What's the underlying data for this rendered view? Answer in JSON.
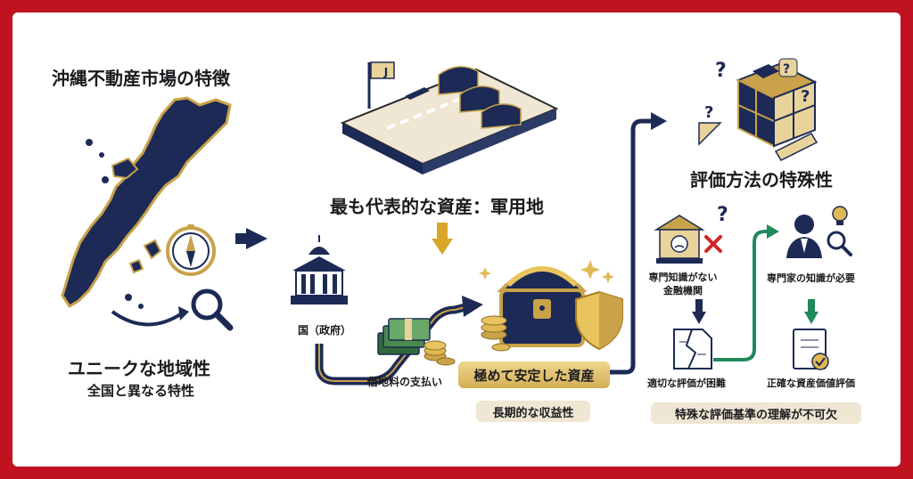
{
  "colors": {
    "frame": "#c0121f",
    "navy": "#1c2a55",
    "gold": "#c9a24a",
    "gold_light": "#e8d39a",
    "beige": "#efe6d3",
    "green": "#1f8a5b"
  },
  "section1": {
    "title": "沖縄不動産市場の特徴",
    "heading": "ユニークな地域性",
    "subheading": "全国と異なる特性"
  },
  "section2": {
    "title": "最も代表的な資産：軍用地",
    "flag_letter": "J",
    "gov_label": "国（政府）",
    "payment_label": "借地料の支払い",
    "asset_label": "極めて安定した資産",
    "yield_label": "長期的な収益性"
  },
  "section3": {
    "title": "評価方法の特殊性",
    "bank_label": "専門知識がない\n金融機関",
    "expert_label": "専門家の知識が必要",
    "difficult_label": "適切な評価が困難",
    "accurate_label": "正確な資産価値評価",
    "banner": "特殊な評価基準の理解が不可欠"
  }
}
